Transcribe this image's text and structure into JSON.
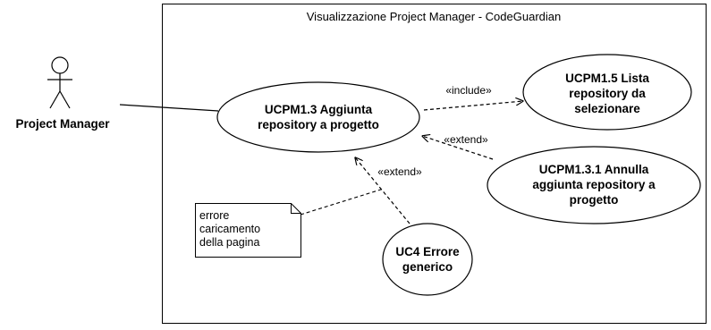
{
  "system": {
    "title": "Visualizzazione Project Manager - CodeGuardian"
  },
  "actor": {
    "name": "Project Manager"
  },
  "use_cases": {
    "ucpm13": {
      "line1": "UCPM1.3 Aggiunta",
      "line2": "repository a progetto"
    },
    "ucpm15": {
      "line1": "UCPM1.5 Lista",
      "line2": "repository da",
      "line3": "selezionare"
    },
    "ucpm131": {
      "line1": "UCPM1.3.1 Annulla",
      "line2": "aggiunta repository a",
      "line3": "progetto"
    },
    "uc4": {
      "line1": "UC4 Errore",
      "line2": "generico"
    }
  },
  "relations": {
    "include_label": "«include»",
    "extend_annulla_label": "«extend»",
    "extend_errore_label": "«extend»"
  },
  "note": {
    "line1": "errore",
    "line2": "caricamento",
    "line3": "della pagina"
  }
}
